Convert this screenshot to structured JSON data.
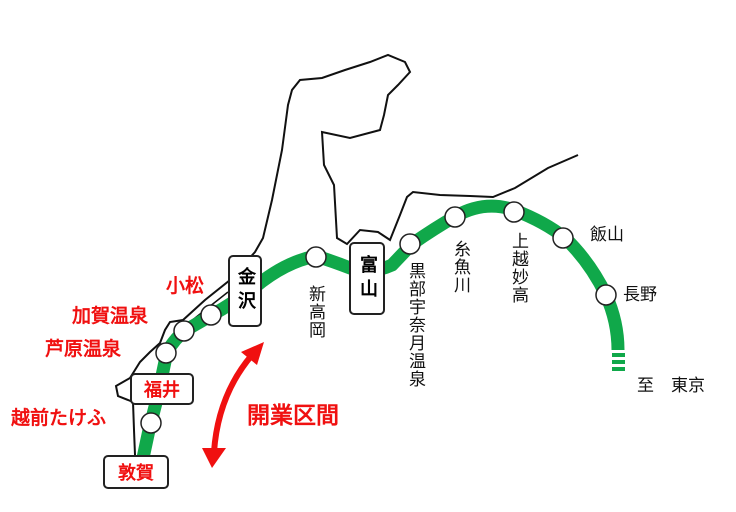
{
  "title": "北陸新幹線 路線図",
  "colors": {
    "line": "#10a84a",
    "new_section": "#f01010",
    "coast": "#111111"
  },
  "opened_section_label": "開業区間",
  "terminus_label": "至　東京",
  "stations_major": {
    "tsuruga": "敦賀",
    "fukui": "福井",
    "kanazawa": "金沢",
    "toyama": "富山"
  },
  "stations_new": {
    "echizen_takefu": "越前たけふ",
    "awara_onsen": "芦原温泉",
    "kaga_onsen": "加賀温泉",
    "komatsu": "小松"
  },
  "stations_existing": {
    "shin_takaoka": "新高岡",
    "kurobe_unazuki_onsen": "黒部宇奈月温泉",
    "itoigawa": "糸魚川",
    "joetsu_myoko": "上越妙高",
    "iiyama": "飯山",
    "nagano": "長野"
  }
}
